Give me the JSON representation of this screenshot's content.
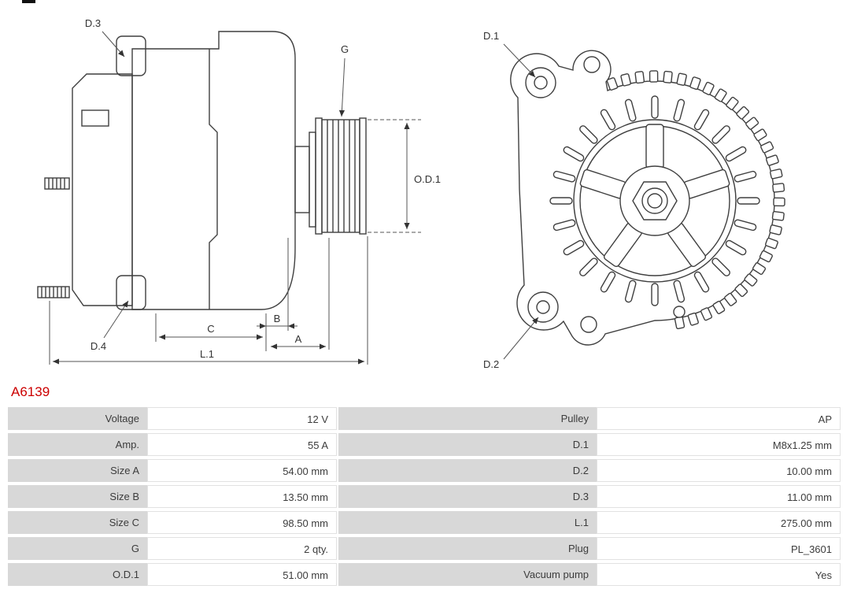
{
  "part_number": "A6139",
  "accent_color": "#cc0000",
  "diagram": {
    "side_labels": {
      "d3": "D.3",
      "d4": "D.4",
      "g": "G",
      "od1": "O.D.1",
      "a": "A",
      "b": "B",
      "c": "C",
      "l1": "L.1"
    },
    "front_labels": {
      "d1": "D.1",
      "d2": "D.2"
    }
  },
  "table": {
    "rows": [
      {
        "label_left": "Voltage",
        "value_left": "12 V",
        "label_right": "Pulley",
        "value_right": "AP"
      },
      {
        "label_left": "Amp.",
        "value_left": "55 A",
        "label_right": "D.1",
        "value_right": "M8x1.25 mm"
      },
      {
        "label_left": "Size A",
        "value_left": "54.00 mm",
        "label_right": "D.2",
        "value_right": "10.00 mm"
      },
      {
        "label_left": "Size B",
        "value_left": "13.50 mm",
        "label_right": "D.3",
        "value_right": "11.00 mm"
      },
      {
        "label_left": "Size C",
        "value_left": "98.50 mm",
        "label_right": "L.1",
        "value_right": "275.00 mm"
      },
      {
        "label_left": "G",
        "value_left": "2 qty.",
        "label_right": "Plug",
        "value_right": "PL_3601"
      },
      {
        "label_left": "O.D.1",
        "value_left": "51.00 mm",
        "label_right": "Vacuum pump",
        "value_right": "Yes"
      }
    ]
  }
}
